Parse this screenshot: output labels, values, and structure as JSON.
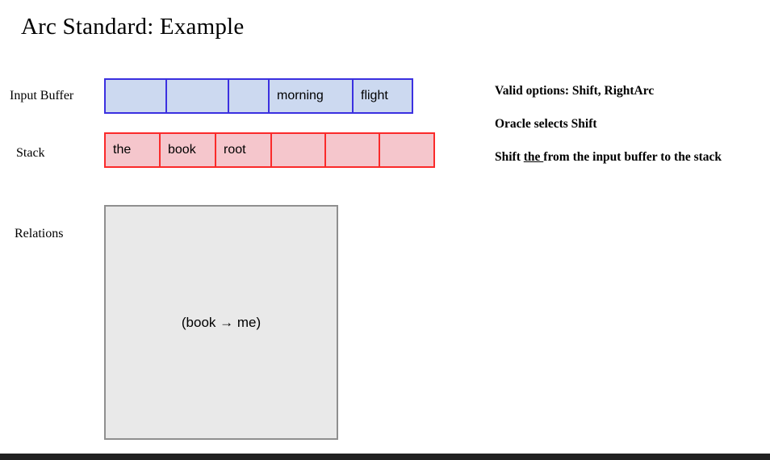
{
  "slide": {
    "title": "Arc Standard: Example",
    "background_color": "#ffffff",
    "bottom_bar_color": "#212121"
  },
  "labels": {
    "input_buffer": "Input Buffer",
    "stack": "Stack",
    "relations": "Relations"
  },
  "input_buffer": {
    "border_color": "#3b30e0",
    "fill_color": "#ccd9f0",
    "cells": [
      {
        "text": "",
        "width": 76
      },
      {
        "text": "",
        "width": 77
      },
      {
        "text": "",
        "width": 50
      },
      {
        "text": "morning",
        "width": 104
      },
      {
        "text": "flight",
        "width": 72
      }
    ]
  },
  "stack": {
    "border_color": "#fa2a2a",
    "fill_color": "#f5c6cc",
    "cells": [
      {
        "text": "the",
        "width": 68
      },
      {
        "text": "book",
        "width": 69
      },
      {
        "text": "root",
        "width": 69
      },
      {
        "text": "",
        "width": 67
      },
      {
        "text": "",
        "width": 67
      },
      {
        "text": "",
        "width": 66
      }
    ]
  },
  "relations": {
    "fill_color": "#e9e9e9",
    "border_color": "#8f8f8f",
    "text": "(book → me)"
  },
  "commentary": {
    "line1": "Valid options: Shift, RightArc",
    "line2": "Oracle selects Shift",
    "line3_prefix": "Shift ",
    "line3_underlined": "the ",
    "line3_suffix": "from the input buffer to the stack"
  }
}
